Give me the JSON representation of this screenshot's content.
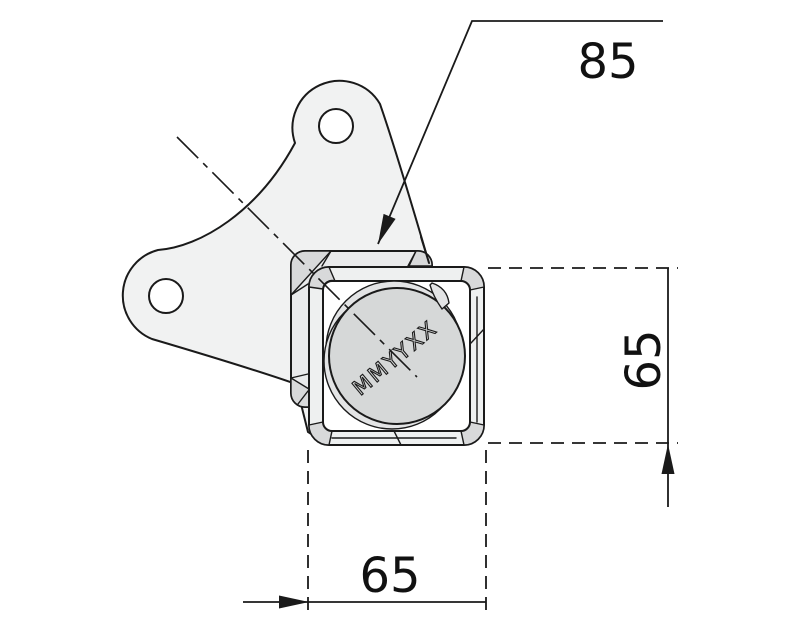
{
  "drawing": {
    "kind": "technical-line-drawing",
    "part": "swivel-bracket-with-square-tube-mount",
    "labels": {
      "tube_length": "85",
      "tube_height": "65",
      "tube_width": "65"
    },
    "stamp": "MMYYXX",
    "colors": {
      "background": "#ffffff",
      "line": "#1a1a1a",
      "plate": "#f1f2f2",
      "tube_back": "#e9eaeb",
      "corner_shade": "#d8d9da",
      "tube_wall": "#eef0f0",
      "interior": "#ffffff",
      "pad": "#d6d8d8",
      "pad_rim": "#e3e4e5",
      "hole": "#ffffff"
    }
  }
}
